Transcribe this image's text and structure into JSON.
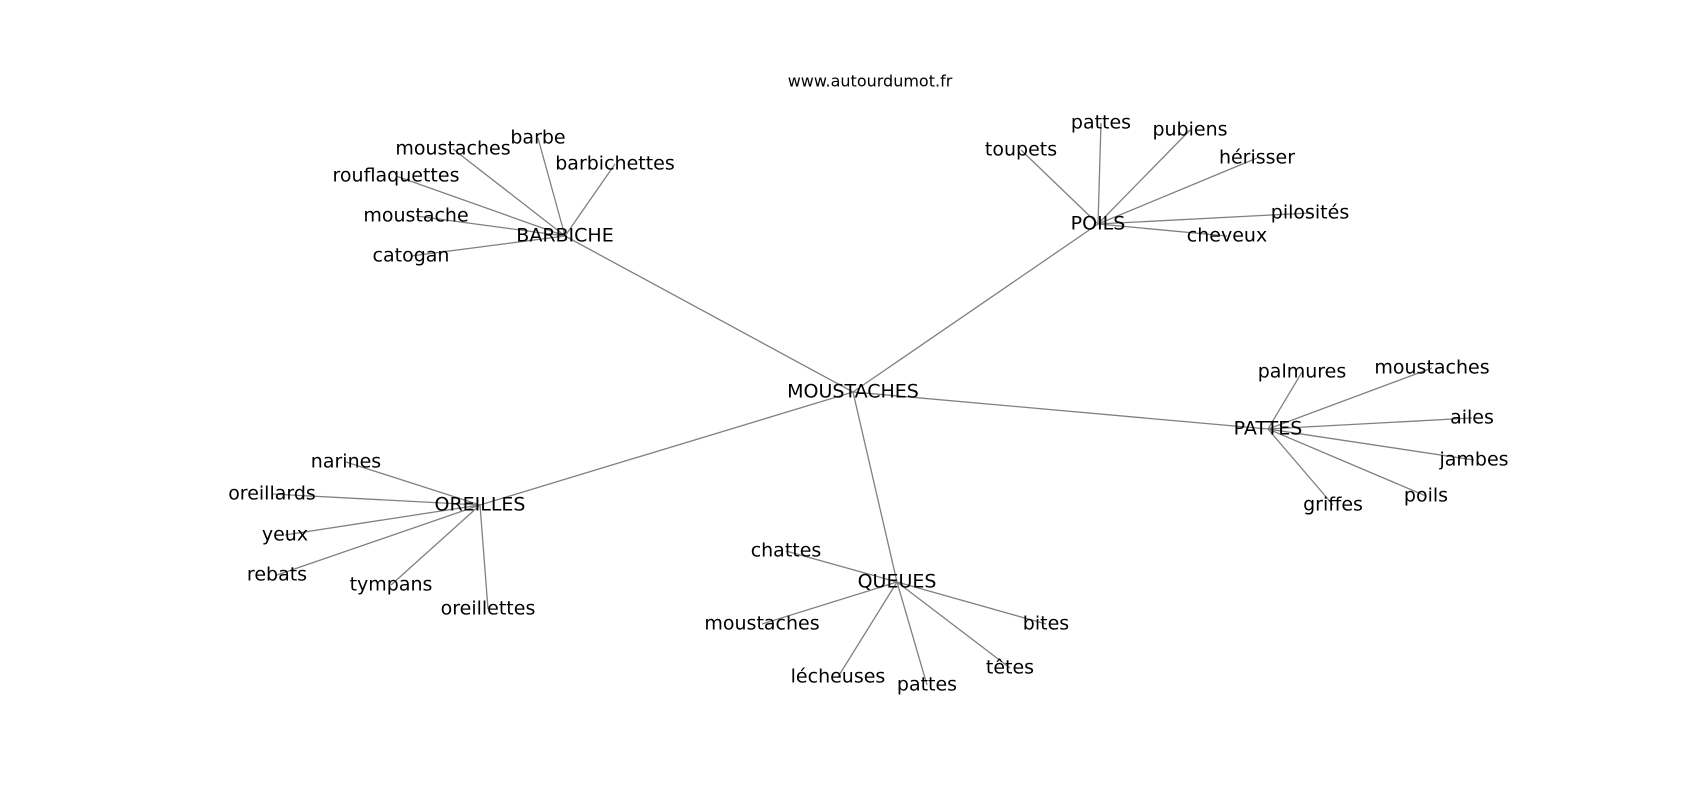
{
  "site_url": "www.autourdumot.fr",
  "root": "MOUSTACHES",
  "clusters": [
    {
      "id": "barbiche",
      "label": "BARBICHE",
      "children": [
        "moustaches",
        "barbe",
        "barbichettes",
        "rouflaquettes",
        "moustache",
        "catogan"
      ]
    },
    {
      "id": "poils",
      "label": "POILS",
      "children": [
        "toupets",
        "pattes",
        "pubiens",
        "hérisser",
        "pilosités",
        "cheveux"
      ]
    },
    {
      "id": "pattes",
      "label": "PATTES",
      "children": [
        "palmures",
        "moustaches",
        "ailes",
        "jambes",
        "poils",
        "griffes"
      ]
    },
    {
      "id": "queues",
      "label": "QUEUES",
      "children": [
        "chattes",
        "moustaches",
        "bites",
        "têtes",
        "pattes",
        "lécheuses"
      ]
    },
    {
      "id": "oreilles",
      "label": "OREILLES",
      "children": [
        "narines",
        "oreillards",
        "yeux",
        "rebats",
        "tympans",
        "oreillettes"
      ]
    }
  ]
}
